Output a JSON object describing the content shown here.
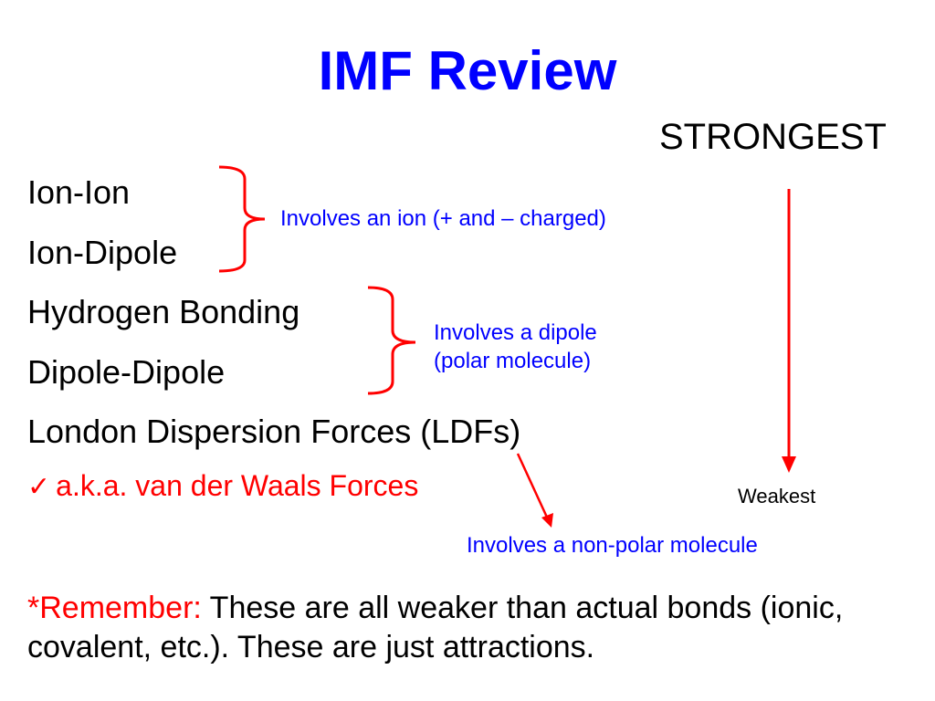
{
  "slide": {
    "title": "IMF Review",
    "strongest_label": "STRONGEST",
    "weakest_label": "Weakest",
    "forces": [
      "Ion-Ion",
      "Ion-Dipole",
      "Hydrogen Bonding",
      "Dipole-Dipole",
      "London Dispersion Forces (LDFs)"
    ],
    "aka_check": "✓",
    "aka_text": "a.k.a. van der Waals Forces",
    "notes": {
      "ion": "Involves an ion (+ and – charged)",
      "dipole_line1": "Involves a dipole",
      "dipole_line2": "(polar molecule)",
      "nonpolar": "Involves a non-polar molecule"
    },
    "remember_lead": "*Remember:",
    "remember_text": " These are all weaker than actual bonds (ionic, covalent, etc.).  These are just attractions."
  },
  "colors": {
    "title": "#0000ff",
    "annotation": "#ff0000",
    "note_text": "#0000ff",
    "body_text": "#000000"
  }
}
